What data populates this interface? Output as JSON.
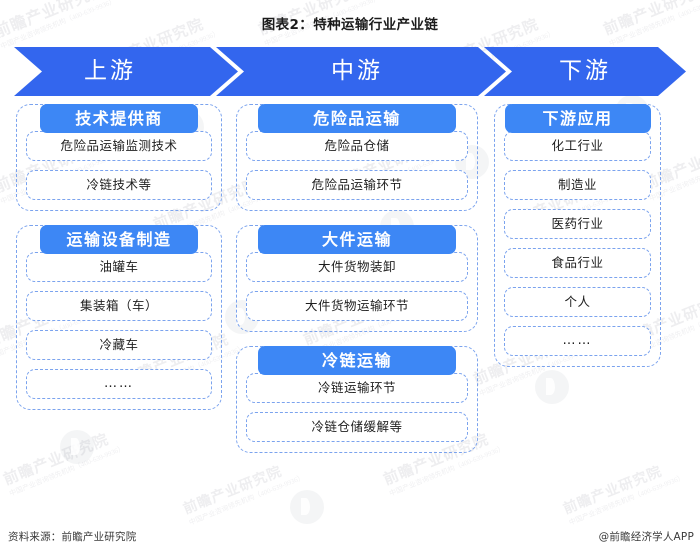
{
  "title": "图表2：特种运输行业产业链",
  "colors": {
    "band_blue": "#3366ee",
    "pill_blue": "#3d87f5",
    "dashed_border": "#7ba3ee",
    "text": "#1e1e1e",
    "background": "#ffffff"
  },
  "band": {
    "segments": [
      {
        "label": "上游"
      },
      {
        "label": "中游"
      },
      {
        "label": "下游"
      }
    ]
  },
  "columns": [
    {
      "key": "upstream",
      "groups": [
        {
          "title": "技术提供商",
          "items": [
            "危险品运输监测技术",
            "冷链技术等"
          ]
        },
        {
          "title": "运输设备制造",
          "items": [
            "油罐车",
            "集装箱（车）",
            "冷藏车",
            "……"
          ]
        }
      ]
    },
    {
      "key": "midstream",
      "groups": [
        {
          "title": "危险品运输",
          "items": [
            "危险品仓储",
            "危险品运输环节"
          ]
        },
        {
          "title": "大件运输",
          "items": [
            "大件货物装卸",
            "大件货物运输环节"
          ]
        },
        {
          "title": "冷链运输",
          "items": [
            "冷链运输环节",
            "冷链仓储缓解等"
          ]
        }
      ]
    },
    {
      "key": "downstream",
      "groups": [
        {
          "title": "下游应用",
          "items": [
            "化工行业",
            "制造业",
            "医药行业",
            "食品行业",
            "个人",
            "……"
          ]
        }
      ]
    }
  ],
  "footer": {
    "source": "资料来源：前瞻产业研究院",
    "credit": "@前瞻经济学人APP"
  },
  "watermark": {
    "text": "前瞻产业研究院",
    "sub": "中国产业咨询领先机构（400-639-9936）"
  }
}
